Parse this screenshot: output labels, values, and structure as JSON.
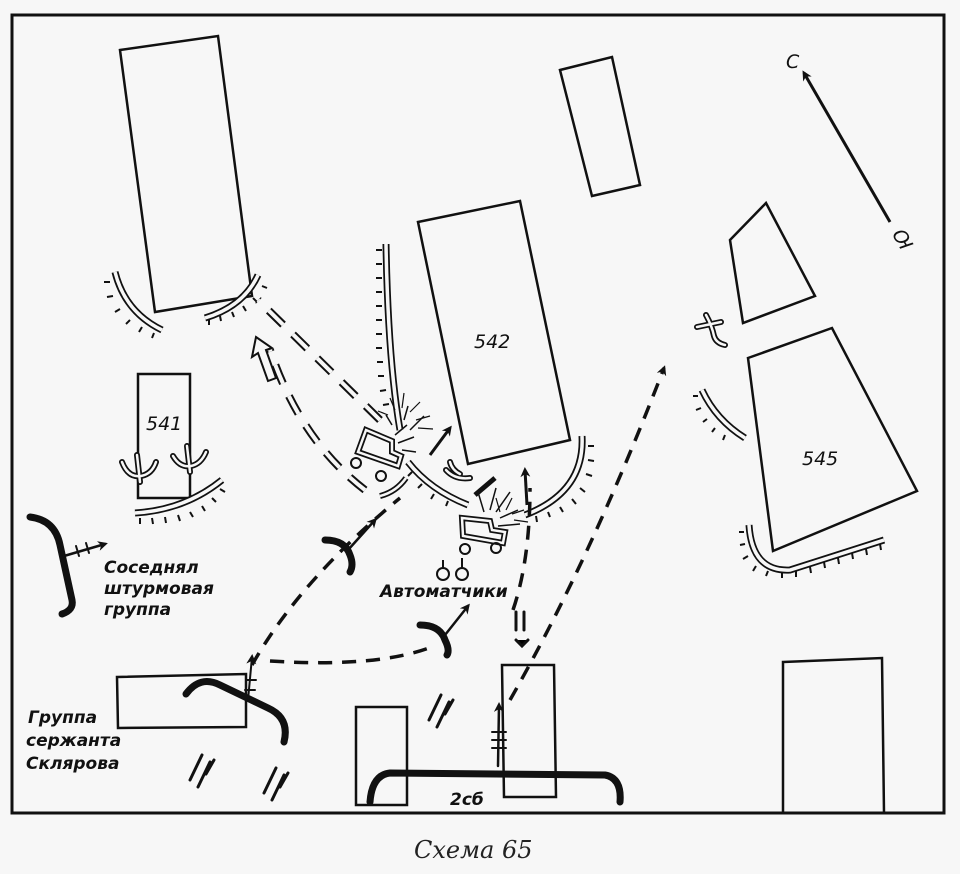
{
  "caption": "Схема 65",
  "colors": {
    "background": "#f7f7f7",
    "ink": "#111111"
  },
  "compass": {
    "north_label": "С",
    "south_label": "Ю"
  },
  "buildings": [
    {
      "id": "building-nw",
      "label": ""
    },
    {
      "id": "building-north-small",
      "label": ""
    },
    {
      "id": "building-542",
      "label": "542"
    },
    {
      "id": "building-541",
      "label": "541"
    },
    {
      "id": "building-ne-small",
      "label": ""
    },
    {
      "id": "building-545",
      "label": "545"
    },
    {
      "id": "building-sw",
      "label": ""
    },
    {
      "id": "building-south-mid",
      "label": ""
    },
    {
      "id": "building-south-right",
      "label": ""
    },
    {
      "id": "building-se",
      "label": ""
    }
  ],
  "labels": {
    "neighbor_group": [
      "Соседнял",
      "штурмовая",
      "группа"
    ],
    "sergeant_group": [
      "Группа",
      "сержанта",
      "Склярова"
    ],
    "submachine_gunners": "Автоматчики",
    "battalion": "2сб"
  },
  "legend_symbols": [
    "trench-line",
    "machine-gun-position",
    "self-propelled-gun",
    "attack-route-arrow",
    "infantry-unit",
    "wire-obstacle"
  ]
}
